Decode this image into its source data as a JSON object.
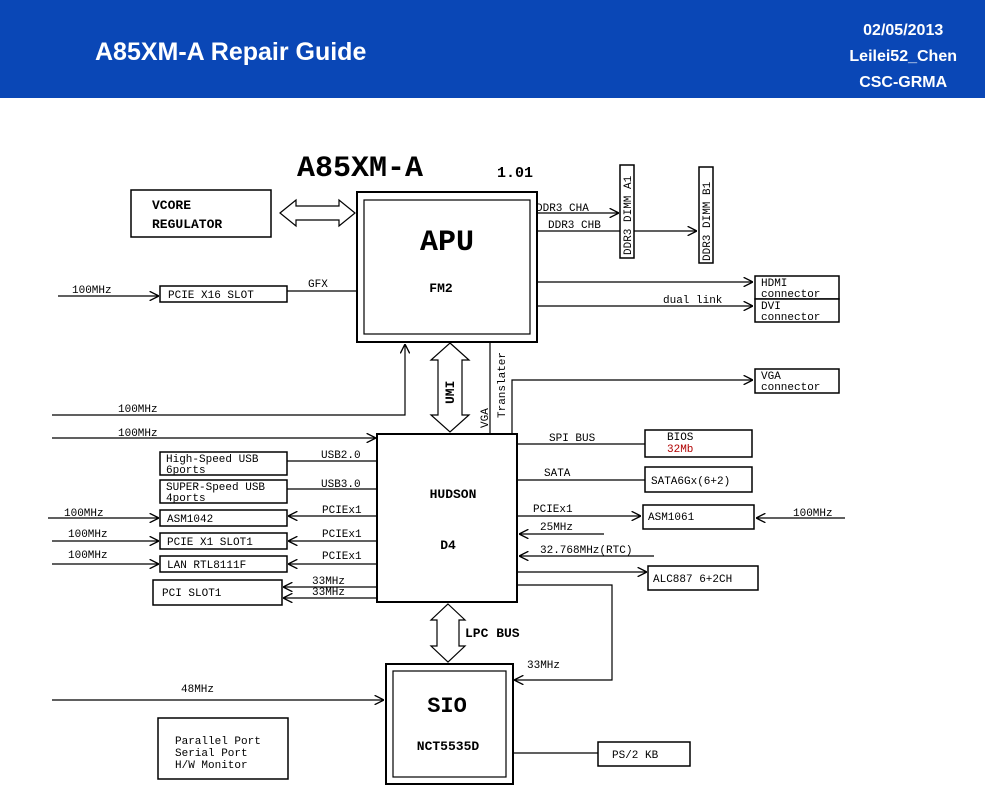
{
  "header": {
    "title": "A85XM-A Repair Guide",
    "date": "02/05/2013",
    "author": "Leilei52_Chen",
    "dept": "CSC-GRMA"
  },
  "diagram": {
    "board_name": "A85XM-A",
    "board_version": "1.01",
    "vcore_line1": "VCORE",
    "vcore_line2": "REGULATOR",
    "apu_title": "APU",
    "apu_socket": "FM2",
    "ddr3_cha": "DDR3 CHA",
    "ddr3_chb": "DDR3 CHB",
    "dimm_a1": "DDR3 DIMM A1",
    "dimm_b1": "DDR3 DIMM B1",
    "clk_100_pcie16": "100MHz",
    "pcie_x16_slot": "PCIE X16 SLOT",
    "gfx": "GFX",
    "hdmi_line1": "HDMI",
    "hdmi_line2": "connector",
    "dual_link": "dual link",
    "dvi_line1": "DVI",
    "dvi_line2": "connector",
    "umi": "UMI",
    "vga_bus": "VGA",
    "translater": "Translater",
    "vga_line1": "VGA",
    "vga_line2": "connector",
    "clk_100_apu": "100MHz",
    "clk_100_hudson": "100MHz",
    "hudson_title": "HUDSON",
    "hudson_sub": "D4",
    "spi_bus": "SPI BUS",
    "bios_line1": "BIOS",
    "bios_line2": "32Mb",
    "usb2_line1": "High-Speed USB",
    "usb2_line2": "6ports",
    "usb2_bus": "USB2.0",
    "sata": "SATA",
    "sata_box": "SATA6Gx(6+2)",
    "usb3_line1": "SUPER-Speed USB",
    "usb3_line2": "4ports",
    "usb3_bus": "USB3.0",
    "pciex1_a": "PCIEx1",
    "pciex1_b": "PCIEx1",
    "pciex1_c": "PCIEx1",
    "pciex1_d": "PCIEx1",
    "asm1042": "ASM1042",
    "clk_asm1042": "100MHz",
    "asm1061": "ASM1061",
    "clk_asm1061": "100MHz",
    "clk_25": "25MHz",
    "pcie_x1_slot": "PCIE X1 SLOT1",
    "clk_pcie_x1": "100MHz",
    "rtc": "32.768MHz(RTC)",
    "lan": "LAN RTL8111F",
    "clk_lan": "100MHz",
    "clk_33_a": "33MHz",
    "clk_33_b": "33MHz",
    "pci_slot": "PCI SLOT1",
    "alc": "ALC887 6+2CH",
    "lpc_bus": "LPC BUS",
    "clk_33_sio": "33MHz",
    "clk_48": "48MHz",
    "sio_title": "SIO",
    "sio_chip": "NCT5535D",
    "io_line1": "Parallel Port",
    "io_line2": "Serial Port",
    "io_line3": "H/W Monitor",
    "ps2": "PS/2 KB"
  }
}
